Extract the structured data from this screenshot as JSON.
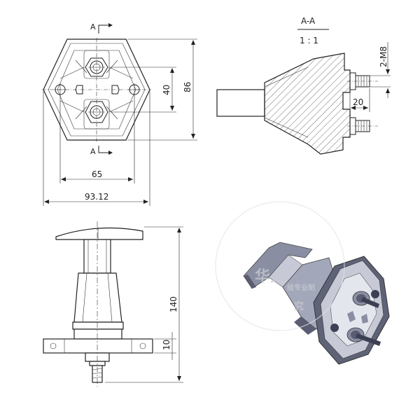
{
  "labels": {
    "section_top": "A",
    "section_bottom": "A",
    "section_title": "A-A",
    "section_scale": "1 : 1",
    "thread_spec": "2-M8"
  },
  "dimensions": {
    "inner_height": "40",
    "outer_height": "86",
    "inner_width": "65",
    "outer_width": "93.12",
    "stud_length": "20",
    "overall_height": "140",
    "base_thickness": "10"
  },
  "watermark": {
    "brand": "华人",
    "tagline": "组专业制",
    "char": "究"
  },
  "colors": {
    "line": "#222222",
    "render_dark": "#5a5d72",
    "render_mid": "#8a8ea3",
    "render_light": "#c7cad6"
  }
}
